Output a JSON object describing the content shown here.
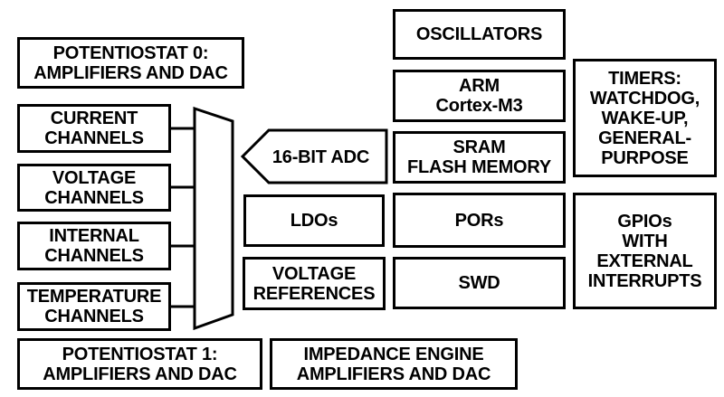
{
  "diagram": {
    "type": "block-diagram",
    "colors": {
      "background": "#ffffff",
      "line": "#000000",
      "text": "#000000"
    },
    "blocks": {
      "potentiostat0": "POTENTIOSTAT 0:\nAMPLIFIERS AND DAC",
      "current_channels": "CURRENT\nCHANNELS",
      "voltage_channels": "VOLTAGE\nCHANNELS",
      "internal_channels": "INTERNAL\nCHANNELS",
      "temperature_channels": "TEMPERATURE\nCHANNELS",
      "potentiostat1": "POTENTIOSTAT 1:\nAMPLIFIERS AND DAC",
      "impedance_engine": "IMPEDANCE ENGINE\nAMPLIFIERS AND DAC",
      "adc": "16-BIT ADC",
      "ldos": "LDOs",
      "voltage_references": "VOLTAGE\nREFERENCES",
      "oscillators": "OSCILLATORS",
      "arm_core": "ARM\nCortex-M3",
      "sram_flash": "SRAM\nFLASH MEMORY",
      "pors": "PORs",
      "swd": "SWD",
      "timers": "TIMERS:\nWATCHDOG,\nWAKE-UP,\nGENERAL-\nPURPOSE",
      "gpios": "GPIOs\nWITH\nEXTERNAL\nINTERRUPTS"
    },
    "connections": [
      "current_channels -> mux",
      "voltage_channels -> mux",
      "internal_channels -> mux",
      "temperature_channels -> mux"
    ]
  }
}
